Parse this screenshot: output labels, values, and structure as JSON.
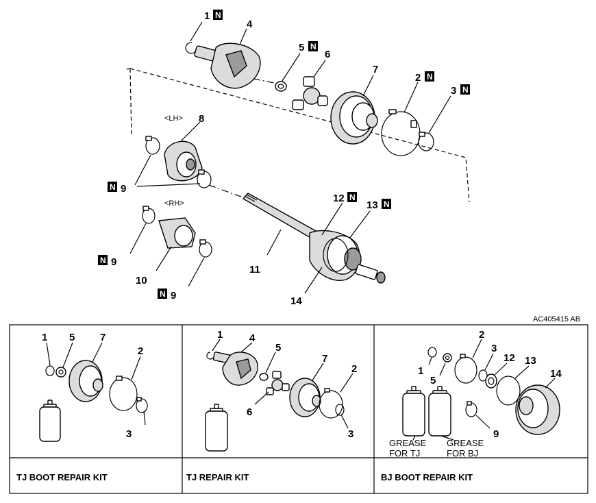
{
  "figure_id": "AC405415 AB",
  "new_mark": "N",
  "side_labels": {
    "lh": "<LH>",
    "rh": "<RH>"
  },
  "parts": {
    "p1": "1",
    "p2": "2",
    "p3": "3",
    "p4": "4",
    "p5": "5",
    "p6": "6",
    "p7": "7",
    "p8": "8",
    "p9": "9",
    "p10": "10",
    "p11": "11",
    "p12": "12",
    "p13": "13",
    "p14": "14"
  },
  "kits": [
    {
      "title": "TJ BOOT REPAIR KIT",
      "labels": [
        "1",
        "5",
        "7",
        "2",
        "3"
      ]
    },
    {
      "title": "TJ REPAIR KIT",
      "labels": [
        "1",
        "4",
        "5",
        "7",
        "2",
        "6",
        "3"
      ]
    },
    {
      "title": "BJ BOOT REPAIR KIT",
      "labels": [
        "2",
        "3",
        "12",
        "13",
        "14",
        "1",
        "5",
        "9"
      ],
      "grease": {
        "tj": [
          "GREASE",
          "FOR TJ"
        ],
        "bj": [
          "GREASE",
          "FOR BJ"
        ]
      }
    }
  ],
  "colors": {
    "line": "#000000",
    "fill_light": "#dcdcdc",
    "fill_dark": "#9a9a9a"
  }
}
